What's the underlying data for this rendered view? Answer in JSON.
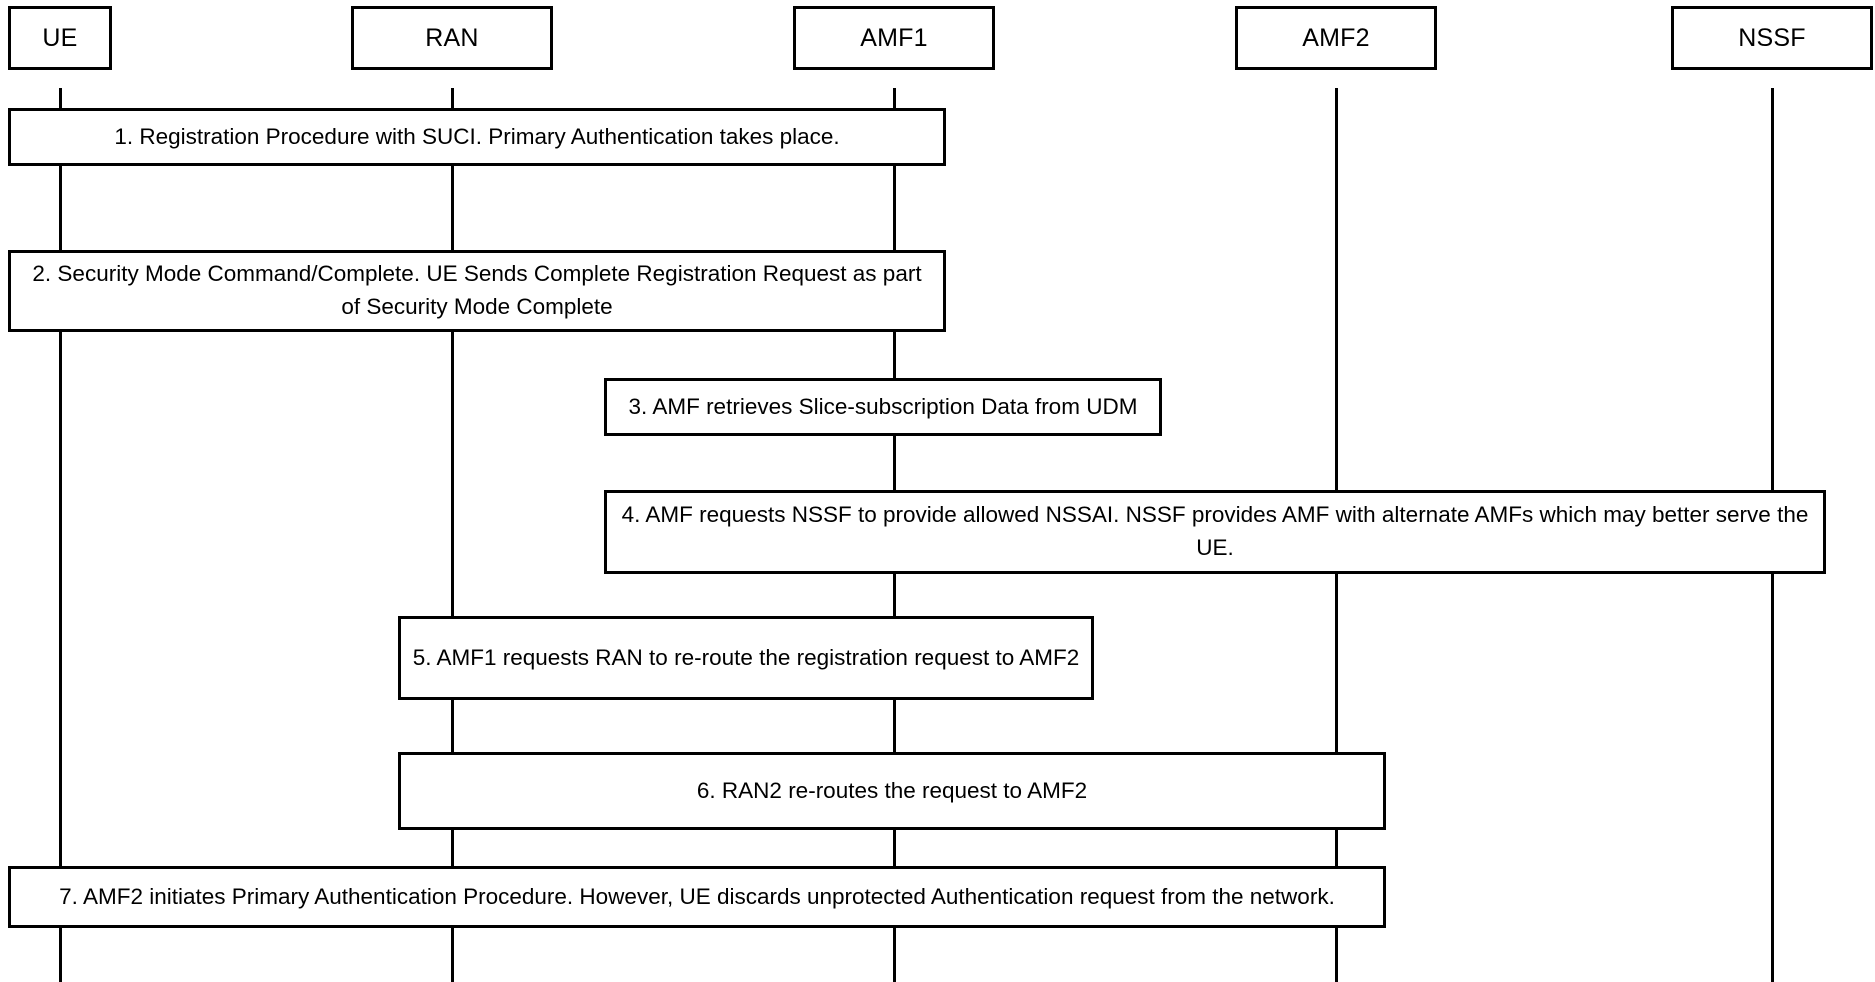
{
  "diagram": {
    "type": "sequence-diagram",
    "title": "",
    "background_color": "#ffffff",
    "line_color": "#000000",
    "text_color": "#000000"
  },
  "actors": [
    {
      "id": "ue",
      "label": "UE"
    },
    {
      "id": "ran",
      "label": "RAN"
    },
    {
      "id": "amf1",
      "label": "AMF1"
    },
    {
      "id": "amf2",
      "label": "AMF2"
    },
    {
      "id": "nssf",
      "label": "NSSF"
    }
  ],
  "steps": [
    {
      "number": "1",
      "text": "1. Registration Procedure with SUCI. Primary Authentication takes place.",
      "from": "ue",
      "to": "amf1"
    },
    {
      "number": "2",
      "text": "2. Security Mode Command/Complete. UE Sends Complete Registration Request as part of Security Mode Complete",
      "from": "ue",
      "to": "amf1"
    },
    {
      "number": "3",
      "text": "3. AMF retrieves Slice-subscription Data from UDM",
      "from": "amf1",
      "to": "amf1"
    },
    {
      "number": "4",
      "text": "4. AMF requests NSSF to provide allowed NSSAI. NSSF provides AMF with alternate AMFs which may better serve the UE.",
      "from": "amf1",
      "to": "nssf"
    },
    {
      "number": "5",
      "text": "5. AMF1 requests RAN to re-route the registration request to AMF2",
      "from": "ran",
      "to": "amf1"
    },
    {
      "number": "6",
      "text": "6. RAN2 re-routes the request to AMF2",
      "from": "ran",
      "to": "amf2"
    },
    {
      "number": "7",
      "text": "7. AMF2 initiates Primary Authentication Procedure. However, UE discards unprotected Authentication request from the network.",
      "from": "ue",
      "to": "amf2"
    }
  ]
}
